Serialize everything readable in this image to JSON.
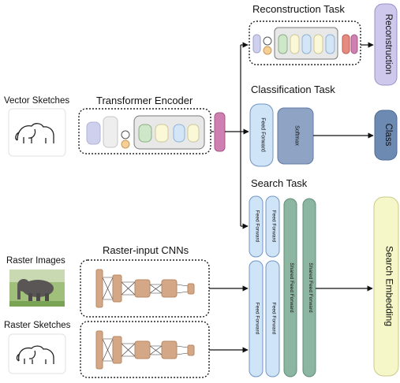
{
  "titles": {
    "reconstruction_task": "Reconstruction Task",
    "classification_task": "Classification Task",
    "search_task": "Search Task",
    "transformer_encoder": "Transformer Encoder",
    "raster_cnns": "Raster-input CNNs"
  },
  "inputs": {
    "vector_sketches": "Vector Sketches",
    "raster_images": "Raster Images",
    "raster_sketches": "Raster Sketches"
  },
  "blocks": {
    "feed_forward": "Feed Forward",
    "softmax": "Softmax",
    "shared_feed_forward": "Shared Feed Forward"
  },
  "outputs": {
    "reconstruction": "Reconstruction",
    "class": "Class",
    "search_embedding": "Search Embedding"
  },
  "colors": {
    "ff_fill": "#cfe4f7",
    "ff_stroke": "#6f95c4",
    "softmax_fill": "#8fa4c4",
    "class_fill": "#6d8ab3",
    "reconstruction_fill": "#cdc8ec",
    "search_embedding_fill": "#f6f7c8",
    "shared_ff_fill": "#8cb5a2",
    "cnn_fill": "#d4a886",
    "embedding_token": "#cf7fb0"
  }
}
